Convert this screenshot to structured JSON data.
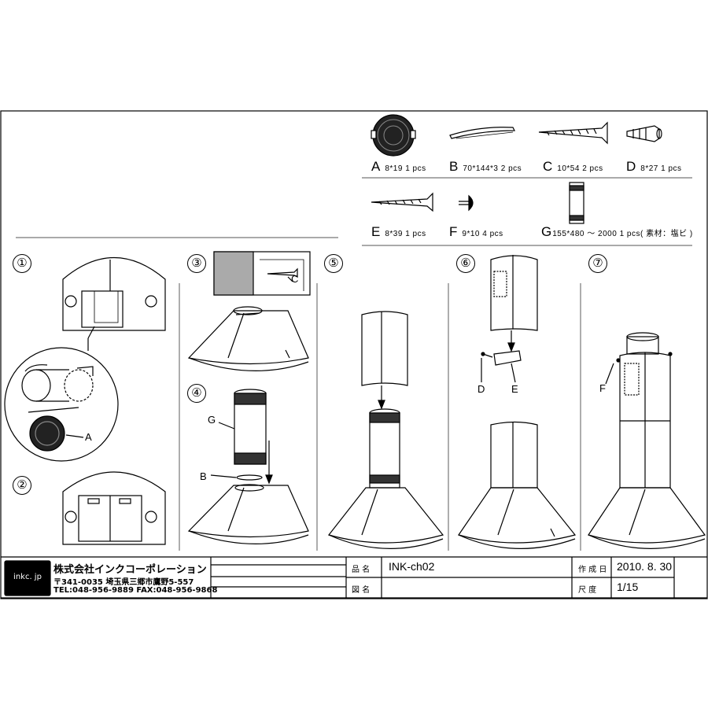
{
  "parts": [
    {
      "letter": "A",
      "dims": "8*19 1 pcs",
      "icon": "filter-icon"
    },
    {
      "letter": "B",
      "dims": "70*144*3 2 pcs",
      "icon": "bracket-strip-icon"
    },
    {
      "letter": "C",
      "dims": "10*54 2 pcs",
      "icon": "long-screw-icon"
    },
    {
      "letter": "D",
      "dims": "8*27 1 pcs",
      "icon": "wall-plug-icon"
    },
    {
      "letter": "E",
      "dims": "8*39 1 pcs",
      "icon": "screw-icon"
    },
    {
      "letter": "F",
      "dims": "9*10 4 pcs",
      "icon": "small-screw-icon"
    },
    {
      "letter": "G",
      "dims": "155*480 ～ 2000  1 pcs( 素材：塩ビ )",
      "icon": "duct-pipe-icon"
    }
  ],
  "steps": [
    "①",
    "②",
    "③",
    "④",
    "⑤",
    "⑥",
    "⑦"
  ],
  "callouts": {
    "A": "A",
    "C": "C",
    "G": "G",
    "B": "B",
    "D": "D",
    "E": "E",
    "F": "F"
  },
  "titleblock": {
    "logo": "inkc. jp",
    "company": "株式会社インクコーポレーション",
    "address": "〒341-0035 埼玉県三郷市鷹野5-557",
    "tel": "TEL:048-956-9889  FAX:048-956-9868",
    "product_label": "品 名",
    "product_value": "INK-ch02",
    "drawing_label": "図 名",
    "date_label": "作 成 日",
    "date_value": "2010. 8. 30",
    "scale_label": "尺 度",
    "scale_value": "1/15"
  }
}
